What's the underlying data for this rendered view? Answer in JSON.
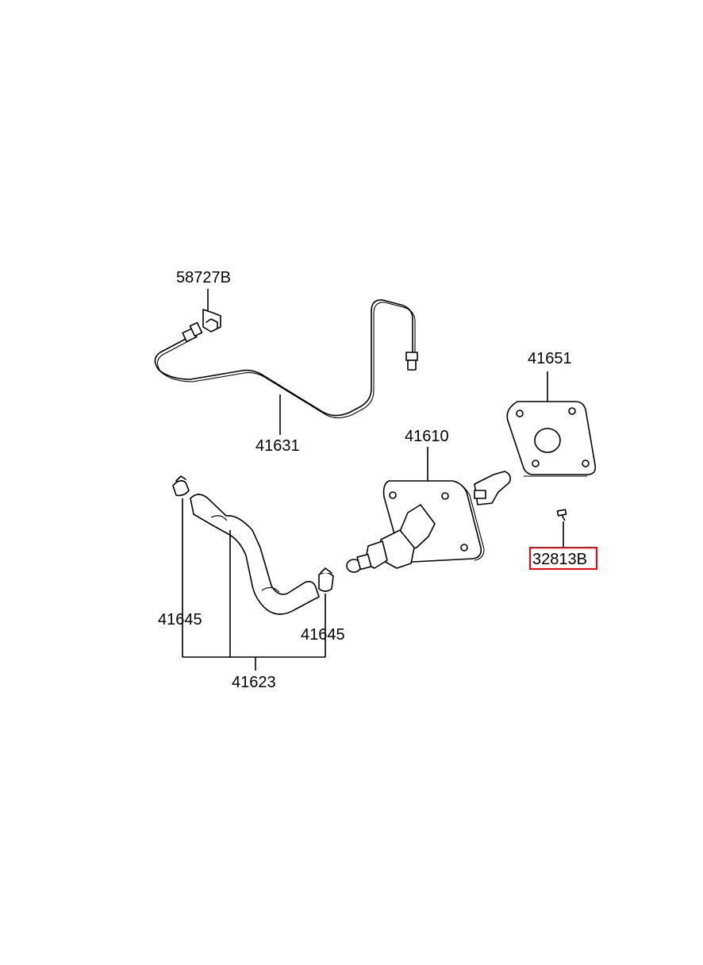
{
  "parts": {
    "bracket_clip": "58727B",
    "pipe": "41631",
    "pad": "41651",
    "master_cylinder": "41610",
    "bolt": "32813B",
    "clamp_left": "41645",
    "clamp_right": "41645",
    "hose_assy": "41623"
  },
  "highlight": {
    "part": "32813B",
    "color": "#ff0000"
  }
}
